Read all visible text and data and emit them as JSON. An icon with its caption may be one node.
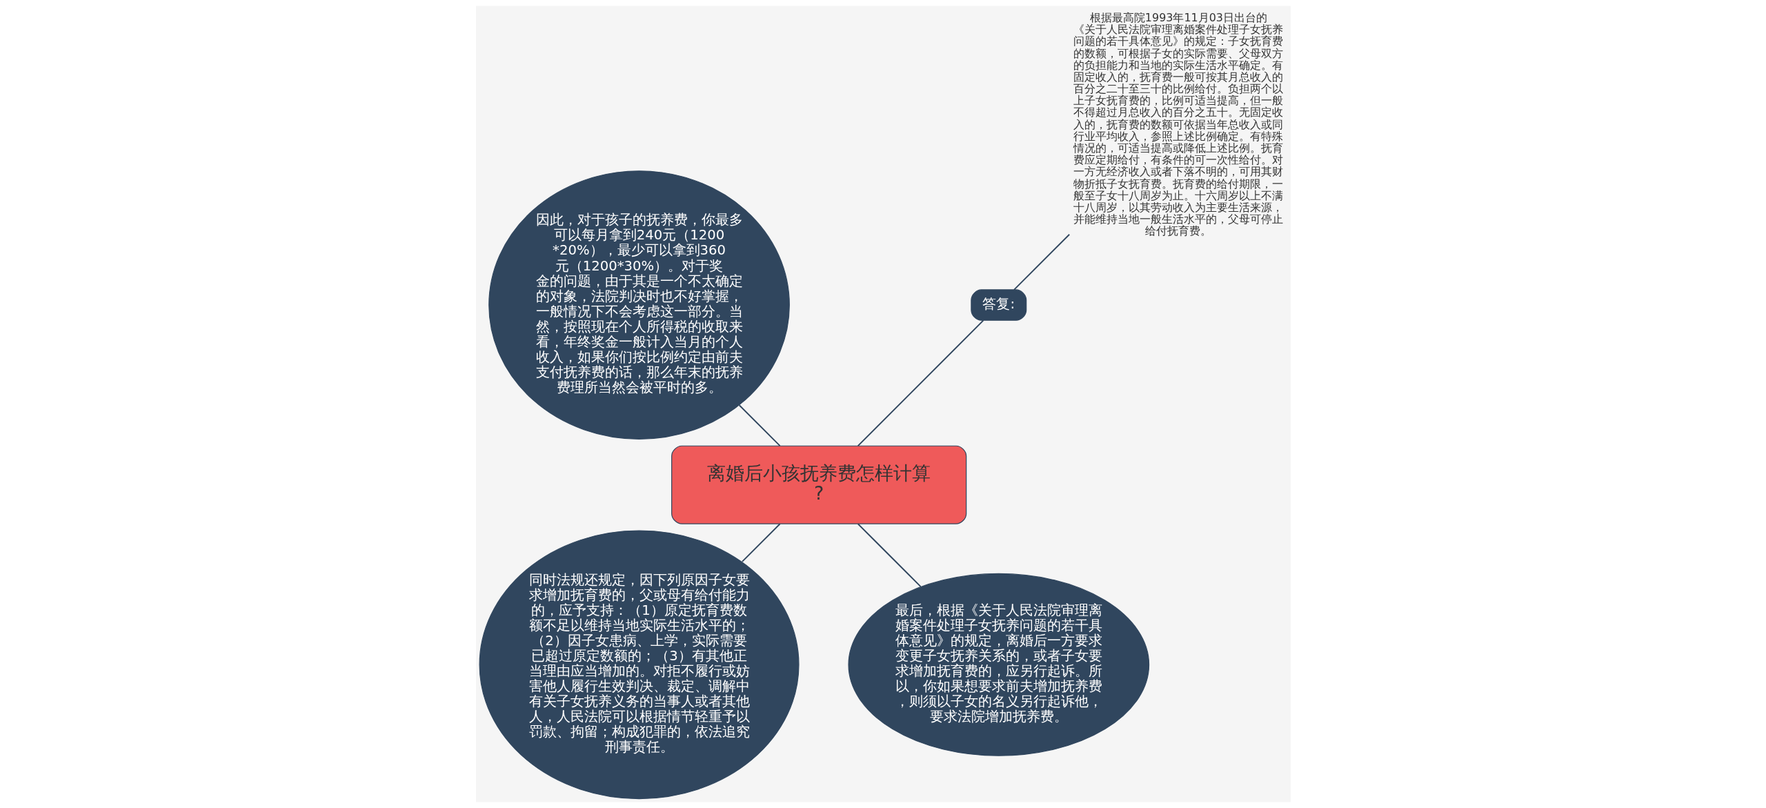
{
  "diagram": {
    "nodes": [
      {
        "text": [
          "离婚后小孩抚养费怎样计算?"
        ]
      },
      {
        "text": [
          "答复:"
        ]
      },
      {
        "text": [
          "根据最高院1993年11月03日出台的《关于人民法院审理离婚案件处理子女抚养问题的若干具体意见》的规定：子女抚育费的数额，可根据子女的实际需要、父母双方的负担能力和当地的实际生活水平确定。有固定收入的，抚育费一般可按其月总收入的百分之二十至三十的比例给付。负担两个以上子女抚育费的，比例可适当提高，但一般不得超过月总收入的百分之五十。无固定收入的，抚育费的数额可依据当年总收入或同行业平均收入，参照上述比例确定。有特殊情况的，可适当提高或降低上述比例。抚育费应定期给付，有条件的可一次性给付。对一方无经济收入或者下落不明的，可用其财物折抵子女抚育费。抚育费的给付期限，一般至子女十八周岁为止。十六周岁以上不满十八周岁，以其劳动收入为主要生活来源，并能维持当地一般生活水平的，父母可停止给付抚育费。"
        ]
      },
      {
        "text": [
          "因此，对于孩子的抚养费，你最多可以每月拿到240元（1200*20%），最少可以拿到360元（1200*30%）。对于奖金的问题，由于其是一个不太确定的对象，法院判决时也不好掌握，一般情况下不会考虑这一部分。当然，按照现在个人所得税的收取来看，年终奖金一般计入当月的个人收入，如果你们按比例约定由前夫支付抚养费的话，那么年末的抚养费理所当然会被平时的多。"
        ]
      },
      {
        "text": [
          "同时法规还规定，因下列原因子女要求增加抚育费的，父或母有给付能力的，应予支持：（1）原定抚育费数额不足以维持当地实际生活水平的；（2）因子女患病、上学，实际需要已超过原定数额的；（3）有其他正当理由应当增加的。对拒不履行或妨害他人履行生效判决、裁定、调解中有关子女抚养义务的当事人或者其他人，人民法院可以根据情节轻重予以罚款、拘留；构成犯罪的，依法追究刑事责任。"
        ]
      },
      {
        "text": [
          "最后，根据《关于人民法院审理离婚案件处理子女抚养问题的若干具体意见》的规定，离婚后一方要求变更子女抚养关系的，或者子女要求增加抚育费的，应另行起诉。所以，你如果想要求前夫增加抚养费，则须以子女的名义另行起诉他，要求法院增加抚养费。"
        ]
      }
    ],
    "edges": [
      {
        "from": 0,
        "to": 1,
        "arrow": "none"
      },
      {
        "from": 1,
        "to": 2,
        "arrow": "none"
      },
      {
        "from": 0,
        "to": 3,
        "arrow": "none"
      },
      {
        "from": 0,
        "to": 4,
        "arrow": "none"
      },
      {
        "from": 0,
        "to": 5,
        "arrow": "none"
      }
    ]
  }
}
